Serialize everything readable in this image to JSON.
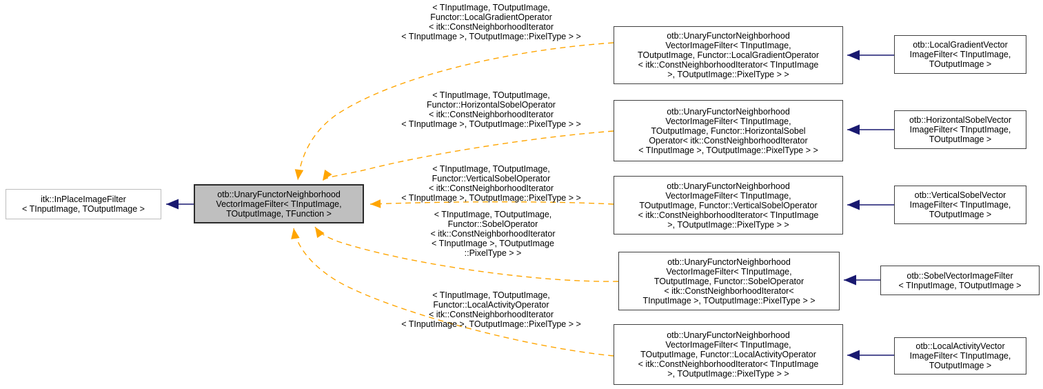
{
  "colors": {
    "inheritance_arrow": "#191970",
    "template_instance_arrow": "#FFA500",
    "main_node_fill": "#BFBFBF",
    "node_fill": "#FFFFFF",
    "node_border": "#404040",
    "external_node_border": "#BDBDBD"
  },
  "nodes": {
    "base": "itk::InPlaceImageFilter\n< TInputImage, TOutputImage >",
    "main": "otb::UnaryFunctorNeighborhood\nVectorImageFilter< TInputImage,\nTOutputImage, TFunction >"
  },
  "instantiations": [
    {
      "template_args": "< TInputImage, TOutputImage,\nFunctor::LocalGradientOperator\n< itk::ConstNeighborhoodIterator\n< TInputImage >, TOutputImage::PixelType > >",
      "class": "otb::UnaryFunctorNeighborhood\nVectorImageFilter< TInputImage,\nTOutputImage, Functor::LocalGradientOperator\n< itk::ConstNeighborhoodIterator< TInputImage\n>, TOutputImage::PixelType > >",
      "subclass": "otb::LocalGradientVector\nImageFilter< TInputImage,\nTOutputImage >"
    },
    {
      "template_args": "< TInputImage, TOutputImage,\nFunctor::HorizontalSobelOperator\n< itk::ConstNeighborhoodIterator\n< TInputImage >, TOutputImage::PixelType > >",
      "class": "otb::UnaryFunctorNeighborhood\nVectorImageFilter< TInputImage,\nTOutputImage, Functor::HorizontalSobel\nOperator< itk::ConstNeighborhoodIterator\n< TInputImage >, TOutputImage::PixelType > >",
      "subclass": "otb::HorizontalSobelVector\nImageFilter< TInputImage,\nTOutputImage >"
    },
    {
      "template_args": "< TInputImage, TOutputImage,\nFunctor::VerticalSobelOperator\n< itk::ConstNeighborhoodIterator\n< TInputImage >, TOutputImage::PixelType > >",
      "class": "otb::UnaryFunctorNeighborhood\nVectorImageFilter< TInputImage,\nTOutputImage, Functor::VerticalSobelOperator\n< itk::ConstNeighborhoodIterator< TInputImage\n>, TOutputImage::PixelType > >",
      "subclass": "otb::VerticalSobelVector\nImageFilter< TInputImage,\nTOutputImage >"
    },
    {
      "template_args": "< TInputImage, TOutputImage,\nFunctor::SobelOperator\n< itk::ConstNeighborhoodIterator\n< TInputImage >, TOutputImage\n::PixelType > >",
      "class": "otb::UnaryFunctorNeighborhood\nVectorImageFilter< TInputImage,\nTOutputImage, Functor::SobelOperator\n< itk::ConstNeighborhoodIterator<\nTInputImage >, TOutputImage::PixelType > >",
      "subclass": "otb::SobelVectorImageFilter\n< TInputImage, TOutputImage >"
    },
    {
      "template_args": "< TInputImage, TOutputImage,\nFunctor::LocalActivityOperator\n< itk::ConstNeighborhoodIterator\n< TInputImage >, TOutputImage::PixelType > >",
      "class": "otb::UnaryFunctorNeighborhood\nVectorImageFilter< TInputImage,\nTOutputImage, Functor::LocalActivityOperator\n< itk::ConstNeighborhoodIterator< TInputImage\n>, TOutputImage::PixelType > >",
      "subclass": "otb::LocalActivityVector\nImageFilter< TInputImage,\nTOutputImage >"
    }
  ]
}
